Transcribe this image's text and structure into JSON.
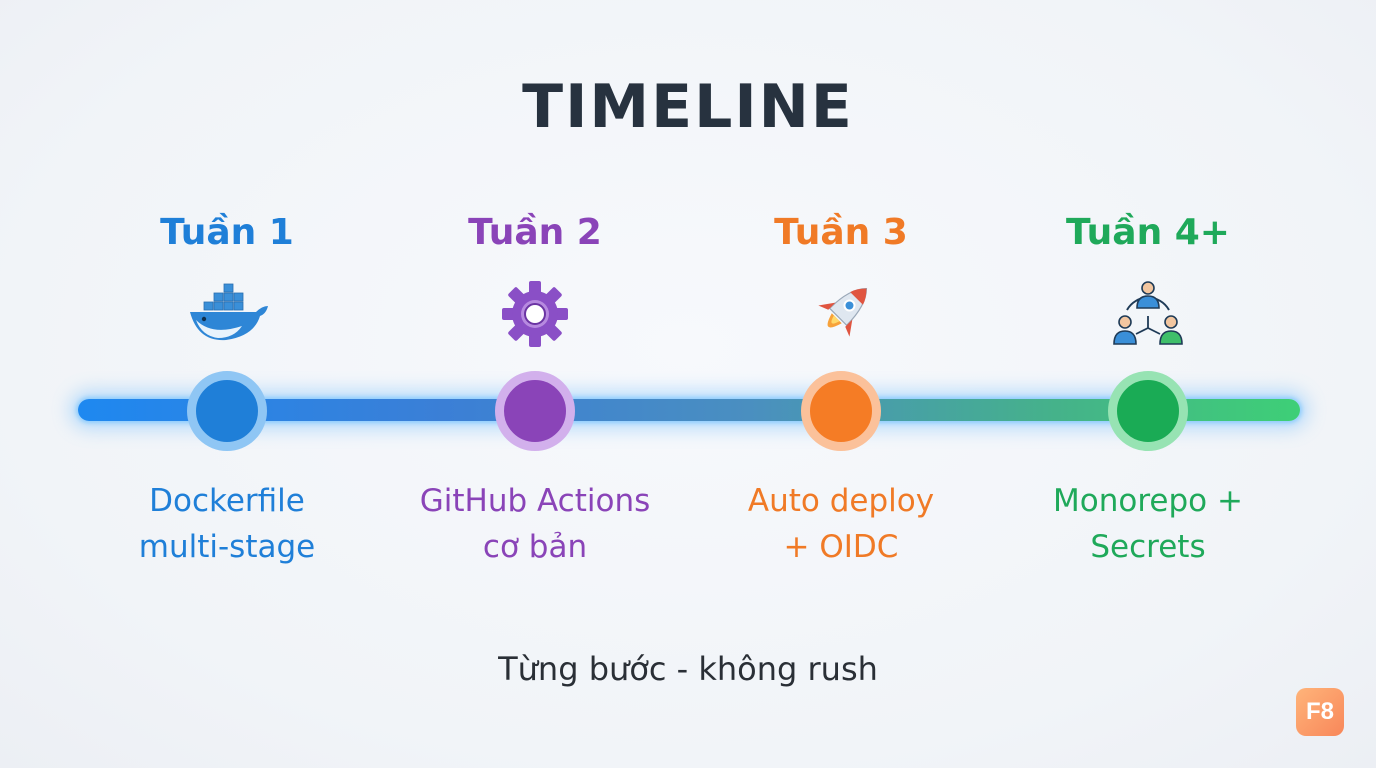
{
  "title": "TIMELINE",
  "subtitle": "Từng bước - không rush",
  "badge": "F8",
  "steps": [
    {
      "week": "Tuần 1",
      "description": "Dockerfile\nmulti-stage",
      "icon": "docker-whale-icon",
      "color": "#1f7fd8"
    },
    {
      "week": "Tuần 2",
      "description": "GitHub Actions\ncơ bản",
      "icon": "gear-icon",
      "color": "#8a44b8"
    },
    {
      "week": "Tuần 3",
      "description": "Auto deploy\n+ OIDC",
      "icon": "rocket-icon",
      "color": "#f07a26"
    },
    {
      "week": "Tuần 4+",
      "description": "Monorepo +\nSecrets",
      "icon": "team-network-icon",
      "color": "#1fa95a"
    }
  ]
}
